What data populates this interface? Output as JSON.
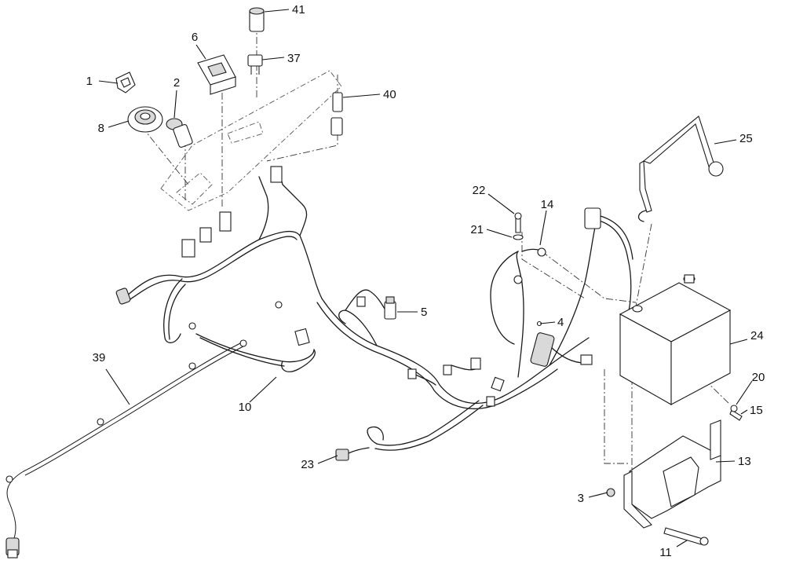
{
  "diagram": {
    "background": "#ffffff",
    "line_color": "#1a1a1a",
    "callouts": [
      {
        "id": "c1",
        "label": "1"
      },
      {
        "id": "c2",
        "label": "2"
      },
      {
        "id": "c3",
        "label": "3"
      },
      {
        "id": "c4",
        "label": "4"
      },
      {
        "id": "c5",
        "label": "5"
      },
      {
        "id": "c6",
        "label": "6"
      },
      {
        "id": "c8",
        "label": "8"
      },
      {
        "id": "c10",
        "label": "10"
      },
      {
        "id": "c11",
        "label": "11"
      },
      {
        "id": "c13",
        "label": "13"
      },
      {
        "id": "c14",
        "label": "14"
      },
      {
        "id": "c15",
        "label": "15"
      },
      {
        "id": "c20",
        "label": "20"
      },
      {
        "id": "c21",
        "label": "21"
      },
      {
        "id": "c22",
        "label": "22"
      },
      {
        "id": "c23",
        "label": "23"
      },
      {
        "id": "c24",
        "label": "24"
      },
      {
        "id": "c25",
        "label": "25"
      },
      {
        "id": "c37",
        "label": "37"
      },
      {
        "id": "c39",
        "label": "39"
      },
      {
        "id": "c40",
        "label": "40"
      },
      {
        "id": "c41",
        "label": "41"
      }
    ]
  }
}
